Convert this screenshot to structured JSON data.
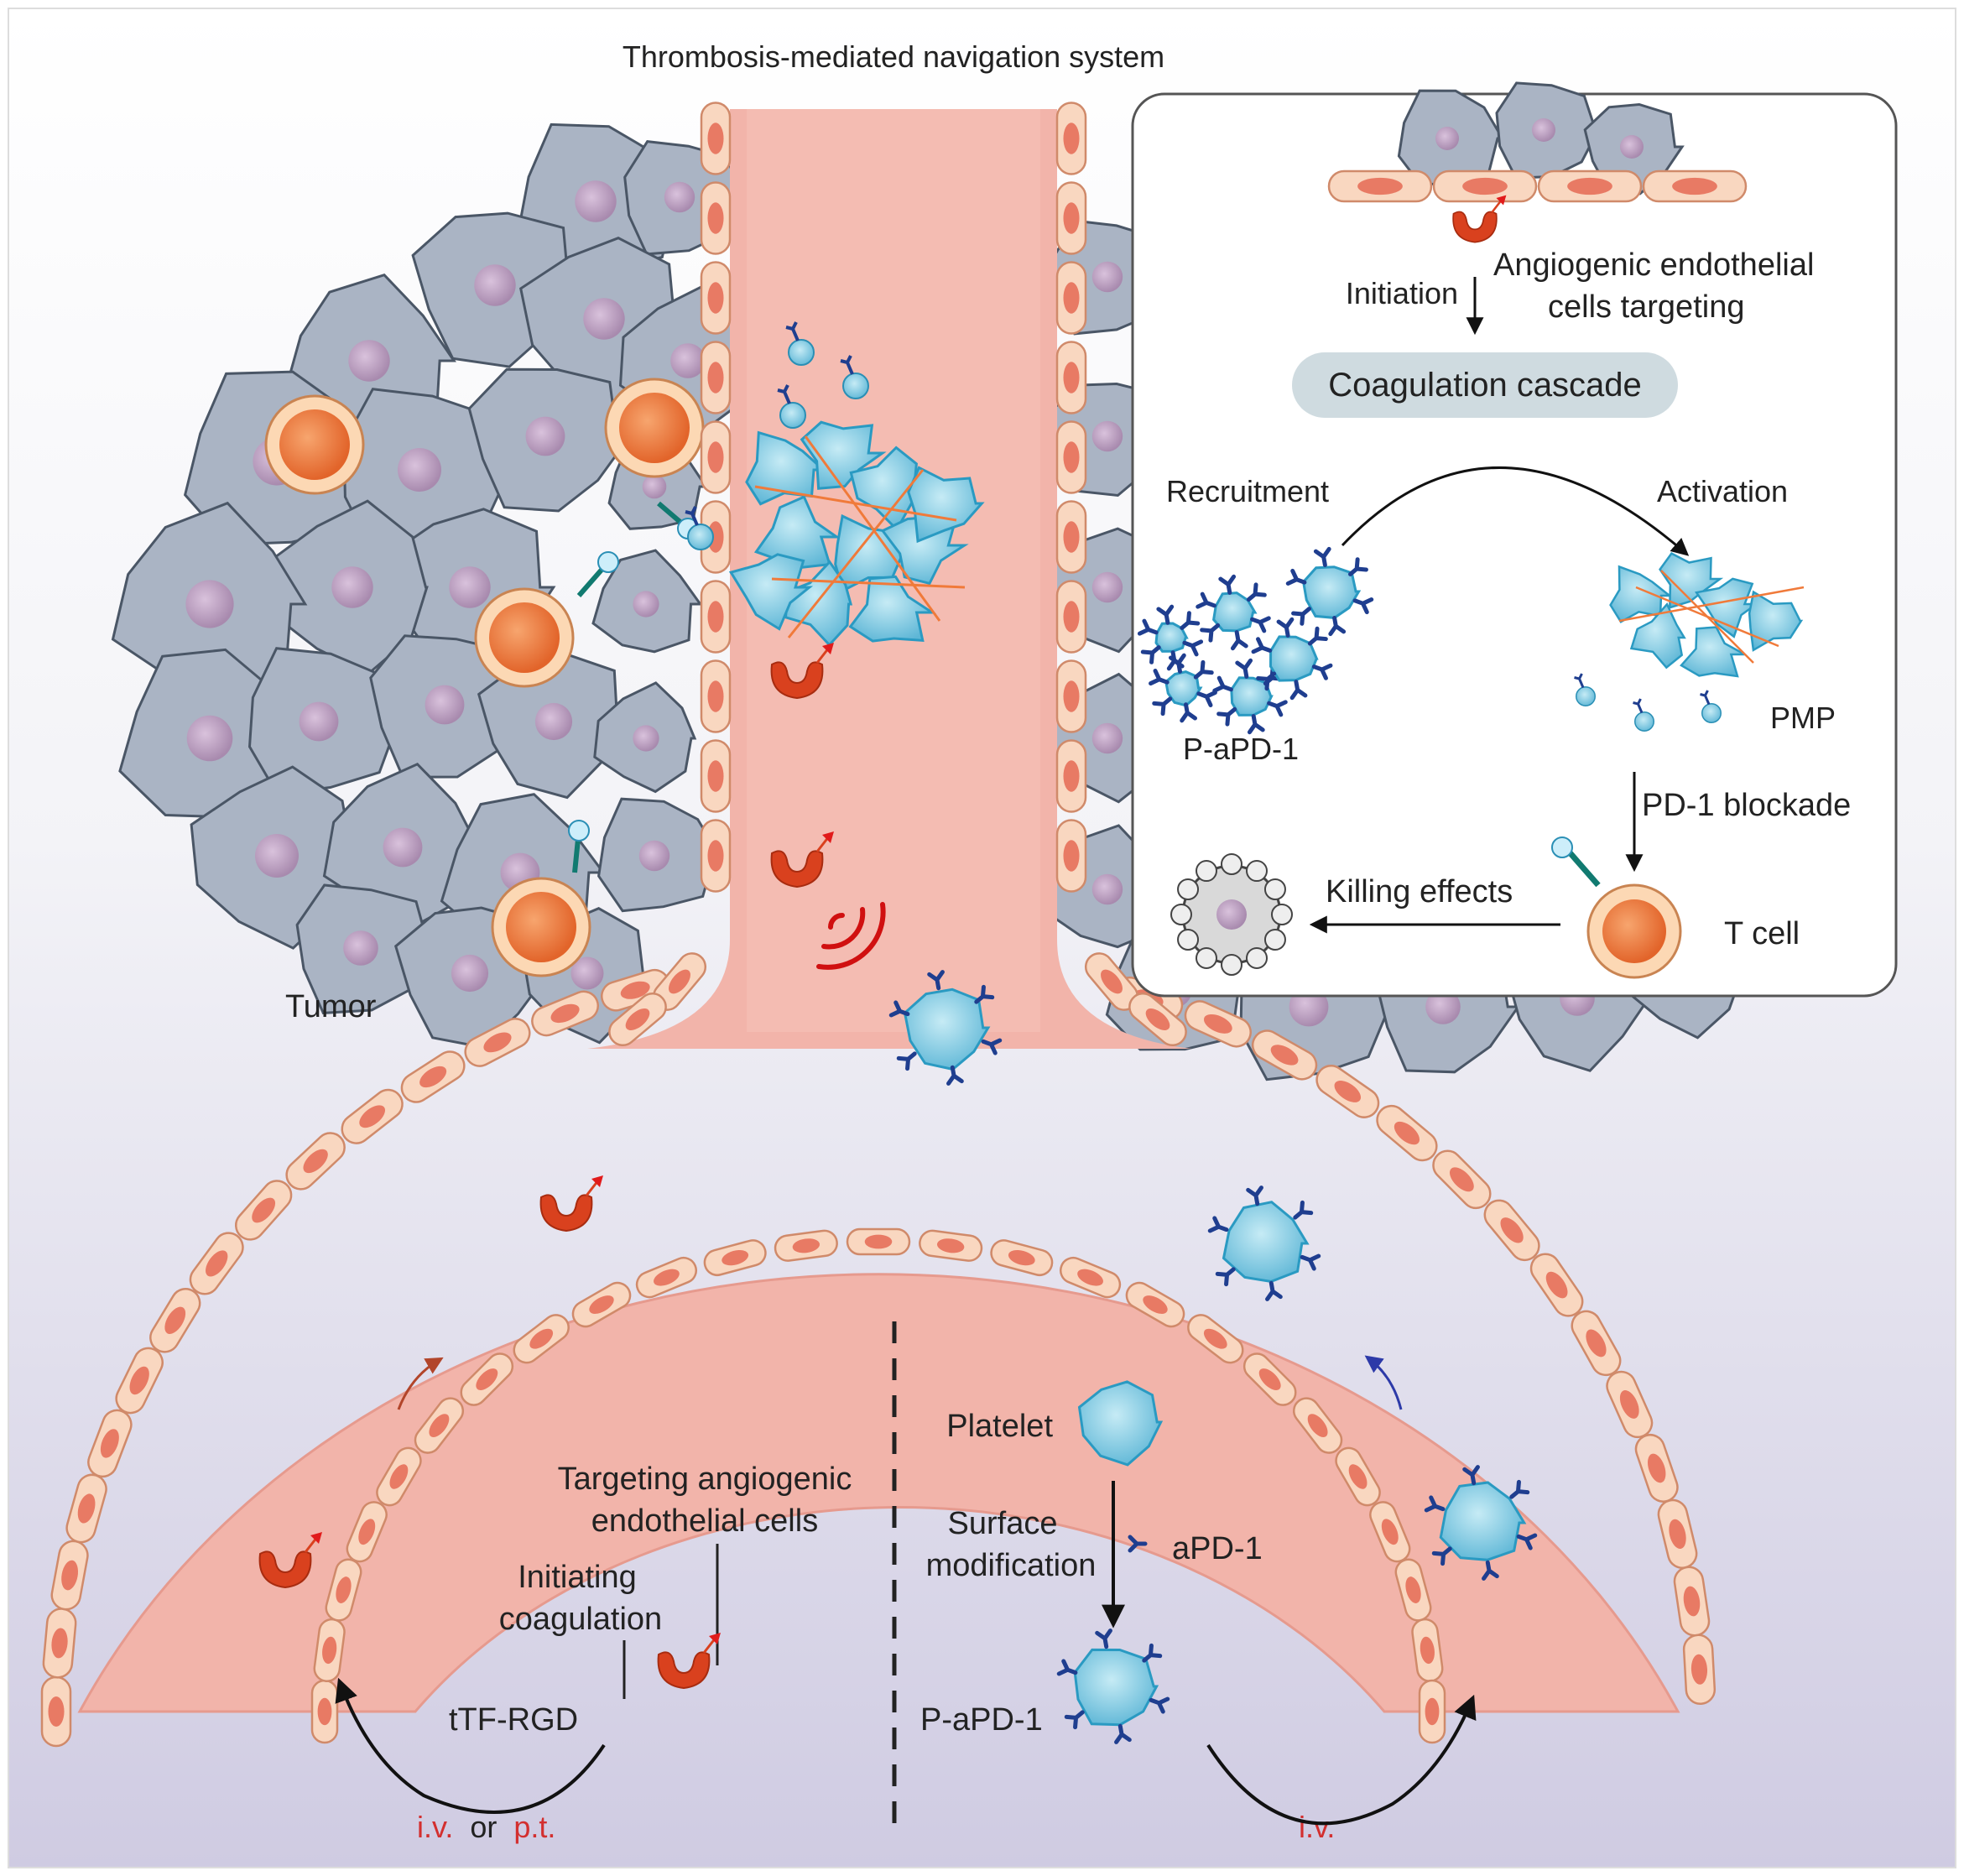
{
  "title": "Thrombosis-mediated navigation system",
  "labels": {
    "tumor": "Tumor"
  },
  "inset": {
    "initiation": "Initiation",
    "angiogenic_line1": "Angiogenic endothelial",
    "angiogenic_line2": "cells targeting",
    "coagulation": "Coagulation cascade",
    "recruitment": "Recruitment",
    "activation": "Activation",
    "p_apd1": "P-aPD-1",
    "pmp": "PMP",
    "pd1_blockade": "PD-1 blockade",
    "killing": "Killing effects",
    "tcell": "T cell"
  },
  "bottom_left": {
    "targeting_line1": "Targeting angiogenic",
    "targeting_line2": "endothelial cells",
    "initiating_line1": "Initiating",
    "initiating_line2": "coagulation",
    "ttf_rgd": "tTF-RGD",
    "route_iv": "i.v.",
    "route_or": "or",
    "route_pt": "p.t."
  },
  "bottom_right": {
    "platelet": "Platelet",
    "surface_line1": "Surface",
    "surface_line2": "modification",
    "apd1": "aPD-1",
    "p_apd1": "P-aPD-1",
    "route_iv": "i.v."
  },
  "colors": {
    "vessel": "#f2b4aa",
    "endothelial": "#f9d7c0",
    "tumor_cell": "#aab4c4",
    "tcell": "#ee7a3e",
    "platelet": "#7ec9e2",
    "antibody": "#1f3e8f",
    "ttf_rgd": "#d9411e",
    "route_red": "#d32f2f"
  },
  "icons": [
    "tumor-cell-icon",
    "t-cell-icon",
    "platelet-icon",
    "ttf-rgd-icon",
    "antibody-icon",
    "signal-waves-icon"
  ]
}
